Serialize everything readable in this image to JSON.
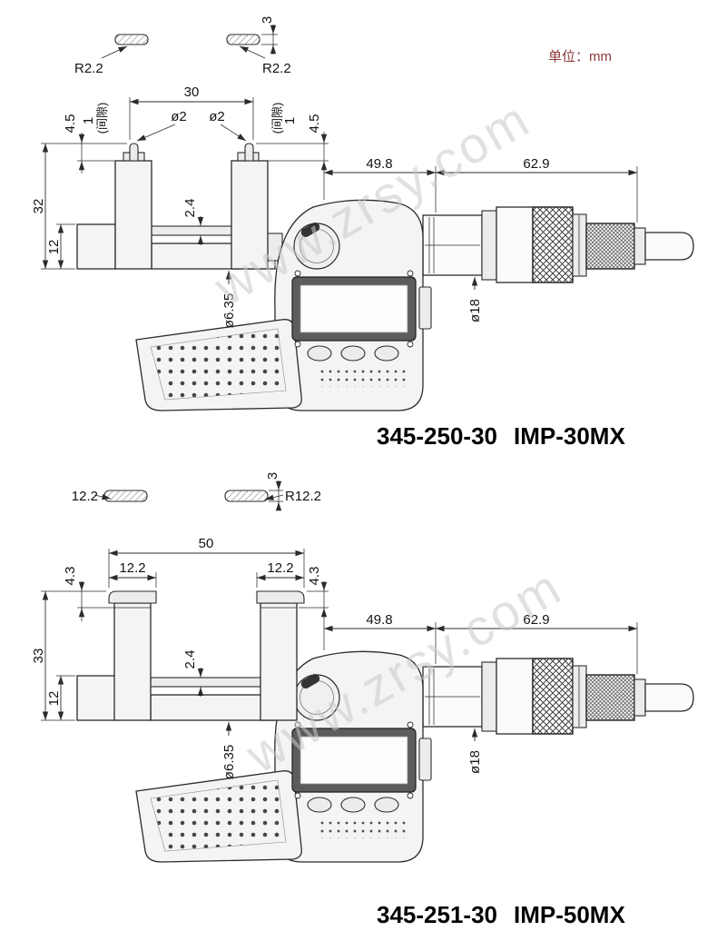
{
  "page": {
    "unit_label": "单位：mm",
    "unit_label_color": "#8b3a3a",
    "watermark_text": "www.zrsy.com",
    "watermark_color": "#c9c9c9",
    "drawing_line_color": "#2b2b2b",
    "background_color": "#ffffff"
  },
  "figure1": {
    "part_number": "345-250-30",
    "model": "IMP-30MX",
    "dims": {
      "tip_thickness": "3",
      "tip_radius_left": "R2.2",
      "tip_radius_right": "R2.2",
      "jaw_span": "30",
      "tip_dia_left": "ø2",
      "tip_dia_right": "ø2",
      "tip_height_left": "4.5",
      "tip_height_right": "4.5",
      "clearance_left": "1",
      "clearance_right": "1",
      "clearance_note_left": "(间隙)",
      "clearance_note_right": "(间隙)",
      "frame_height": "32",
      "base_height": "12",
      "rod_thickness": "2.4",
      "spindle_dia": "ø6.35",
      "body_length": "49.8",
      "thimble_length": "62.9",
      "thimble_dia": "ø18"
    }
  },
  "figure2": {
    "part_number": "345-251-30",
    "model": "IMP-50MX",
    "dims": {
      "tip_thickness": "3",
      "tip_width": "12.2",
      "tip_radius": "R12.2",
      "jaw_span": "50",
      "jaw_width_left": "12.2",
      "jaw_width_right": "12.2",
      "tip_height_left": "4.3",
      "tip_height_right": "4.3",
      "frame_height": "33",
      "base_height": "12",
      "rod_thickness": "2.4",
      "spindle_dia": "ø6.35",
      "body_length": "49.8",
      "thimble_length": "62.9",
      "thimble_dia": "ø18"
    }
  }
}
